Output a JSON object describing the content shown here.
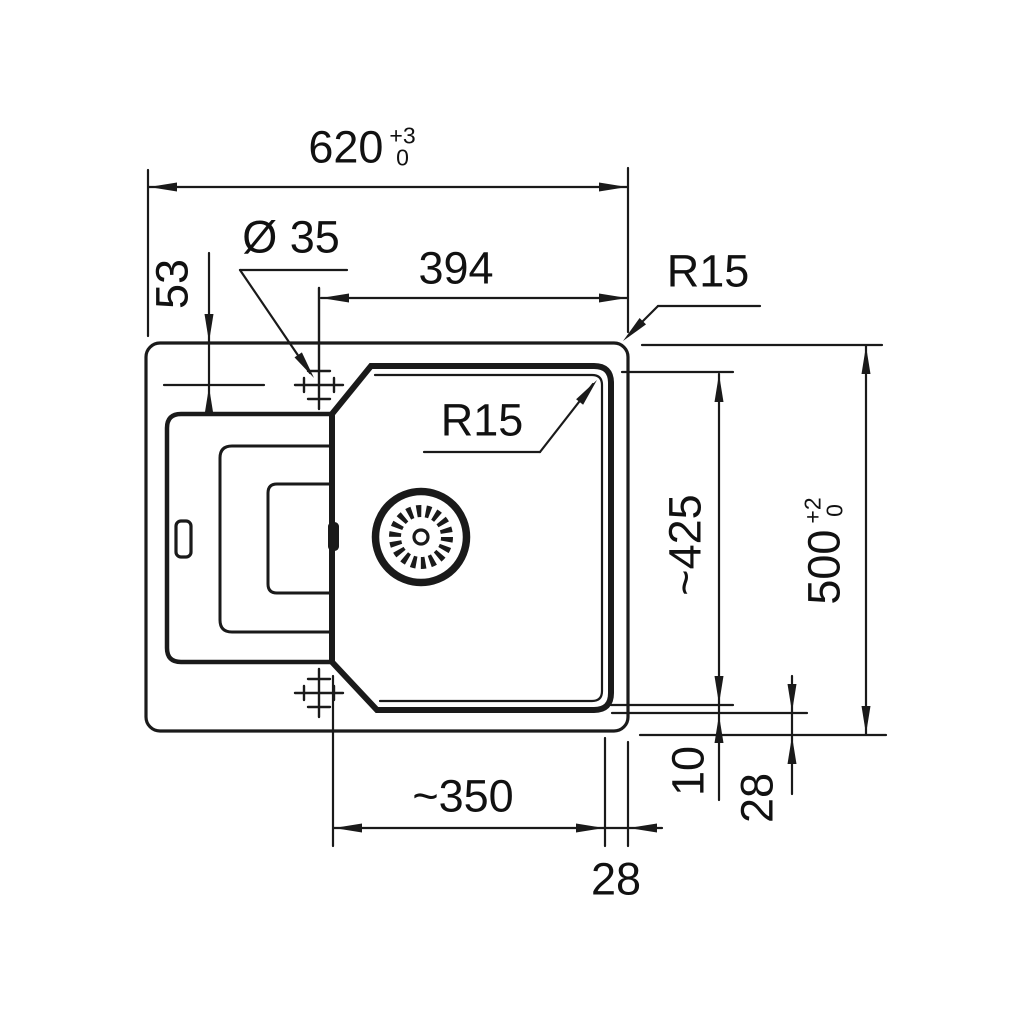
{
  "drawing": {
    "type": "kitchen-sink-dimension-drawing",
    "colors": {
      "background": "#ffffff",
      "line": "#1a1a1a"
    },
    "labels": {
      "overall_width": {
        "value": "620",
        "tol_plus": "+3",
        "tol_minus": "0"
      },
      "overall_depth": {
        "value": "500",
        "tol_plus": "+2",
        "tol_minus": "0"
      },
      "hole_diameter": "Ø 35",
      "bowl_outer_width": "394",
      "hole_offset_top": "53",
      "outer_corner_radius": "R15",
      "inner_corner_radius": "R15",
      "bowl_outer_depth": "~425",
      "bowl_inner_width": "~350",
      "bowl_edge_gap": "10",
      "rim_width_right": "28",
      "rim_width_bottom": "28"
    }
  }
}
